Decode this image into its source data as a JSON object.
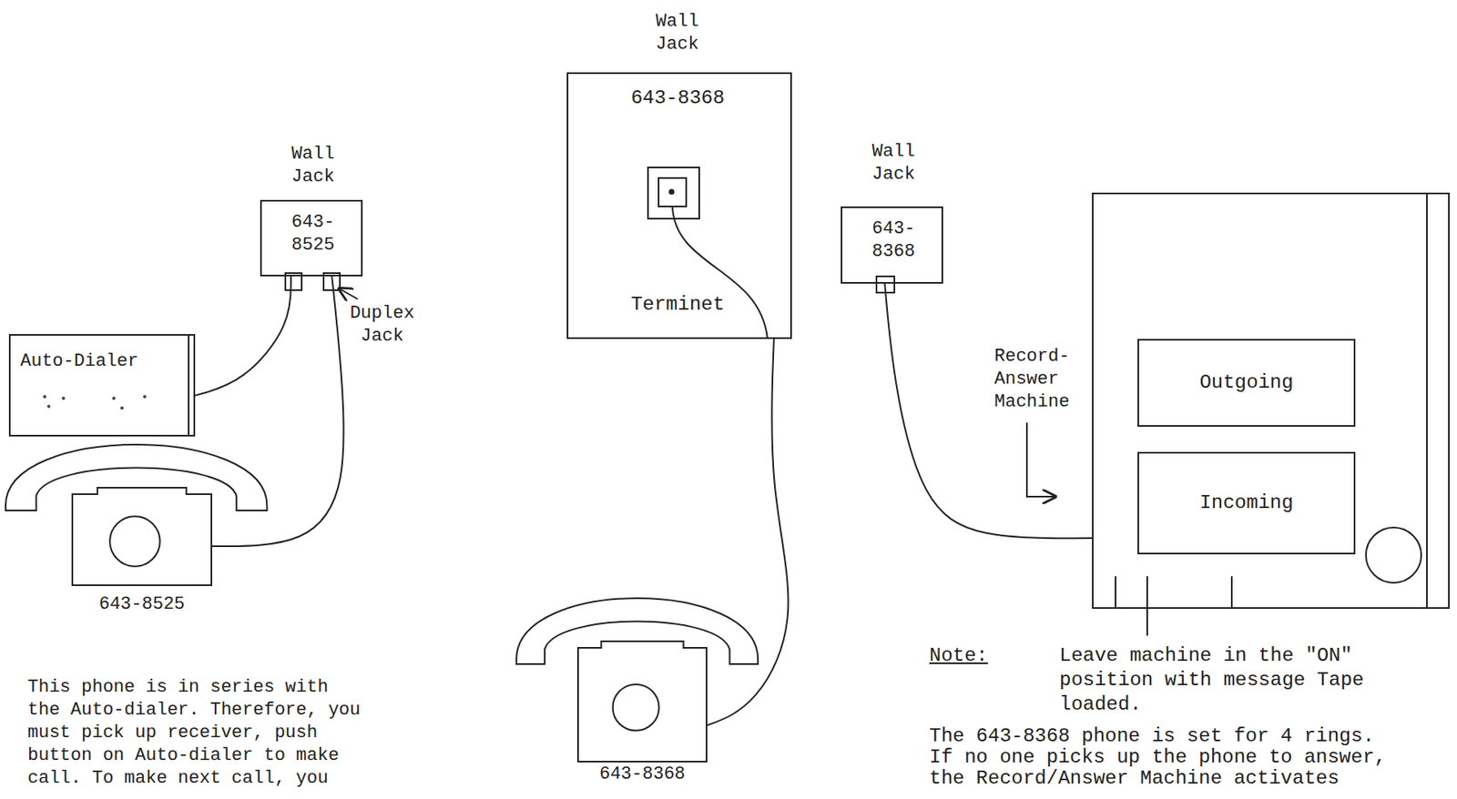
{
  "diagram": {
    "nodes": [
      {
        "text": [
          "Wall Jack",
          "643- 8525"
        ]
      },
      {
        "text": [
          "Auto-Dialer"
        ]
      },
      {
        "text": [
          "643-8525"
        ]
      },
      {
        "text": [
          "Wall Jack",
          "643-8368",
          "Terminet"
        ]
      },
      {
        "text": [
          "643-8368"
        ]
      },
      {
        "text": [
          "Wall Jack",
          "643- 8368"
        ]
      },
      {
        "text": [
          "Record- Answer Machine"
        ]
      },
      {
        "text": [
          "Outgoing"
        ],
        "in": 6
      },
      {
        "text": [
          "Incoming"
        ],
        "in": 6
      }
    ],
    "edges": [
      {
        "from": 0,
        "to": 1,
        "arrow": "none"
      },
      {
        "from": 0,
        "to": 2,
        "arrow": "none"
      },
      {
        "from": 3,
        "to": 4,
        "arrow": "none"
      },
      {
        "from": 5,
        "to": 6,
        "arrow": "none"
      }
    ],
    "labels": [
      "Duplex Jack",
      "This phone is in series with the Auto-dialer. Therefore, you must pick up receiver, push button on Auto-dialer to make call. To make next call, you",
      "Note:",
      "Leave machine in the \"ON\" position with message Tape loaded.",
      "The 643-8368 phone is set for 4 rings. If no one picks up the phone to answer, the Record/Answer Machine activates"
    ]
  }
}
